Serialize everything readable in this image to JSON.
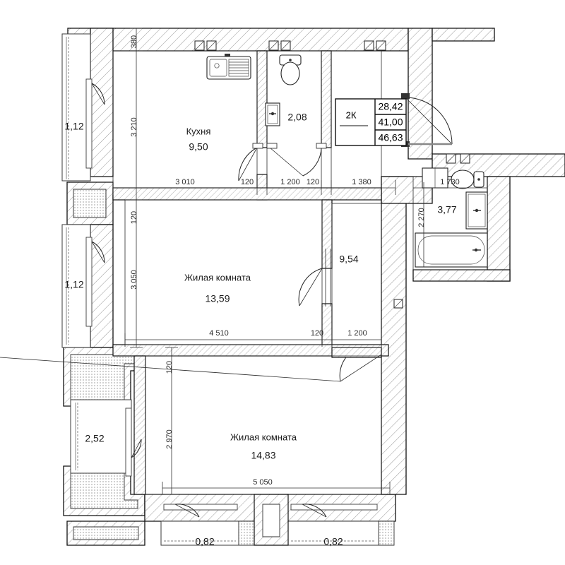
{
  "document": {
    "type": "apartment-floor-plan",
    "language": "ru"
  },
  "info_table": {
    "apartment_type": "2К",
    "living_area": "28,42",
    "area_without_balcony": "41,00",
    "total_area": "46,63"
  },
  "rooms": [
    {
      "id": "kitchen",
      "name": "Кухня",
      "area": "9,50"
    },
    {
      "id": "wc",
      "name": "",
      "area": "2,08"
    },
    {
      "id": "bathroom",
      "name": "",
      "area": "3,77"
    },
    {
      "id": "hall",
      "name": "",
      "area": "9,54"
    },
    {
      "id": "living-room-1",
      "name": "Жилая комната",
      "area": "13,59"
    },
    {
      "id": "living-room-2",
      "name": "Жилая комната",
      "area": "14,83"
    }
  ],
  "balconies": [
    {
      "id": "balcony-left-top",
      "area": "1,12"
    },
    {
      "id": "balcony-left-middle",
      "area": "1,12"
    },
    {
      "id": "balcony-left-bottom",
      "area": "2,52"
    },
    {
      "id": "balcony-bottom-left",
      "area": "0,82"
    },
    {
      "id": "balcony-bottom-right",
      "area": "0,82"
    }
  ],
  "dimensions": {
    "top_row": [
      "3 010",
      "120",
      "1 200",
      "120",
      "1 380"
    ],
    "kitchen_height": "3 210",
    "wall_top_offset": "380",
    "living1_height": "3 050",
    "living1_wall": "120",
    "living1_width": "4 510",
    "living1_bottom_right": [
      "120",
      "1 200"
    ],
    "living2_wall": "120",
    "living2_height": "2 970",
    "living2_width": "5 050",
    "bathroom_width": "1 730",
    "bathroom_height": "2 270"
  },
  "colors": {
    "line": "#1a1a1a",
    "text": "#1a1a1a",
    "background": "#ffffff",
    "hatch": "#9a9a9a",
    "dimension": "#333333"
  }
}
